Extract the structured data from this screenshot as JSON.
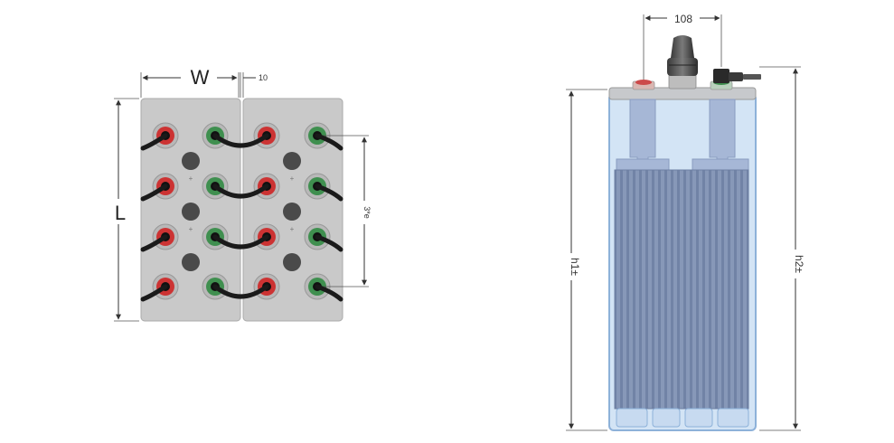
{
  "top_view": {
    "width_label": "W",
    "length_label": "L",
    "gap_label": "10",
    "pitch_label": "3*e"
  },
  "side_view": {
    "terminal_spacing_label": "108",
    "h1_label": "h1±",
    "h2_label": "h2±"
  },
  "colors": {
    "cell_body": "#c9c9c9",
    "positive_ring": "#cc3333",
    "negative_ring": "#3f8f4f",
    "connector": "#1a1a1a",
    "container": "#cfe1f4",
    "plates": "#8193b3"
  }
}
